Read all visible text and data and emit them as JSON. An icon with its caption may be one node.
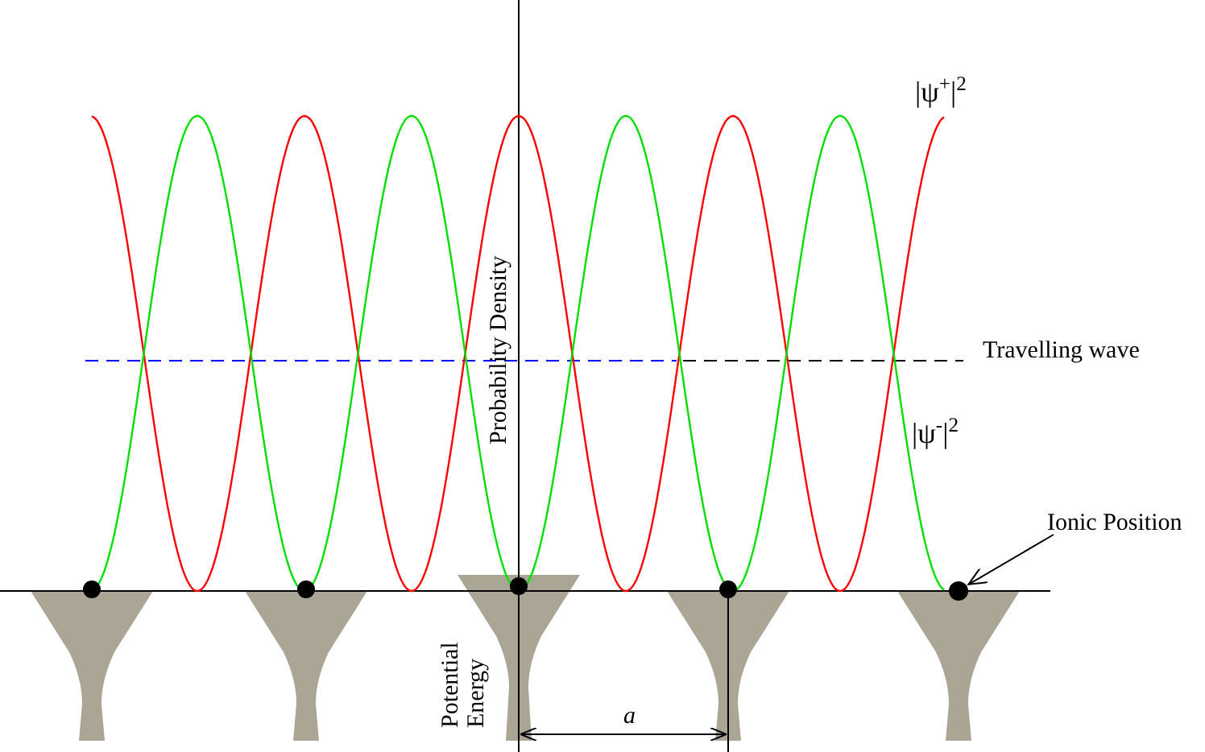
{
  "diagram": {
    "nodes": [
      {
        "text": [
          "Ionic Position"
        ]
      },
      {
        "text": [],
        "shape": "circle"
      }
    ],
    "edges": [
      {
        "from": 0,
        "to": 1,
        "arrow": "to"
      }
    ],
    "labels": [
      "|ψ$^{+}$|$^{2}$",
      "Travelling wave",
      "|ψ$^{-}$|$^{2}$",
      "Probability Density",
      "Potential Energy",
      "a"
    ]
  }
}
